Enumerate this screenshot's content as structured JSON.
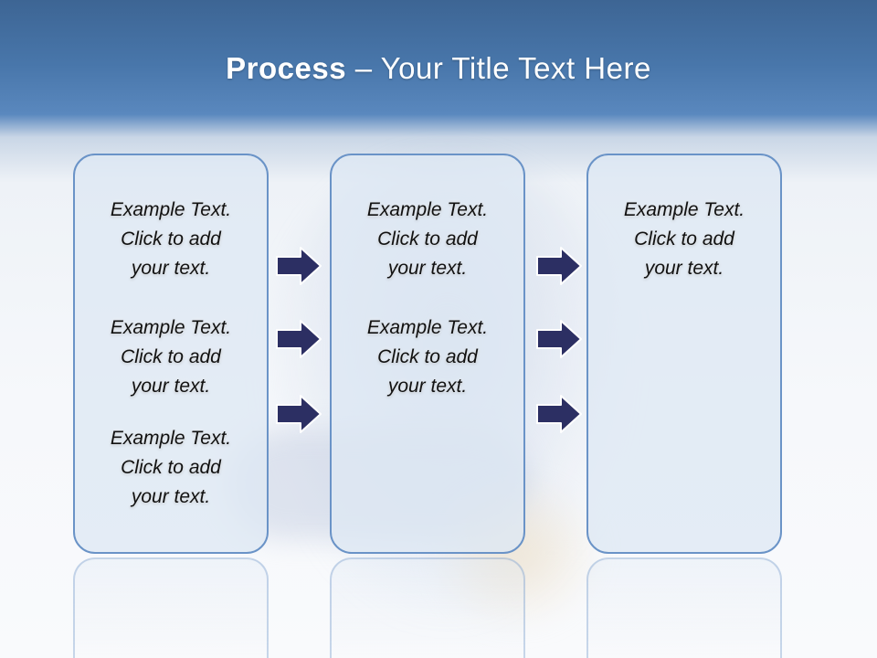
{
  "slide": {
    "title_bold": "Process",
    "title_rest": "– Your Title Text Here"
  },
  "columns": [
    {
      "items": [
        {
          "line1": "Example Text.",
          "line2": "Click  to add",
          "line3": "your text."
        },
        {
          "line1": "Example Text.",
          "line2": "Click  to add",
          "line3": "your text."
        },
        {
          "line1": "Example Text.",
          "line2": "Click  to add",
          "line3": "your text."
        }
      ]
    },
    {
      "items": [
        {
          "line1": "Example Text.",
          "line2": "Click  to add",
          "line3": "your text."
        },
        {
          "line1": "Example Text.",
          "line2": "Click  to add",
          "line3": "your text."
        }
      ]
    },
    {
      "items": [
        {
          "line1": "Example Text.",
          "line2": "Click  to add",
          "line3": "your text."
        }
      ]
    }
  ],
  "arrows": {
    "count_per_gap": 3,
    "fill": "#2c2f63",
    "stroke": "#ffffff",
    "icon": "right-arrow-icon"
  },
  "colors": {
    "box_border": "#6a93c7",
    "header": "#4876aa"
  }
}
